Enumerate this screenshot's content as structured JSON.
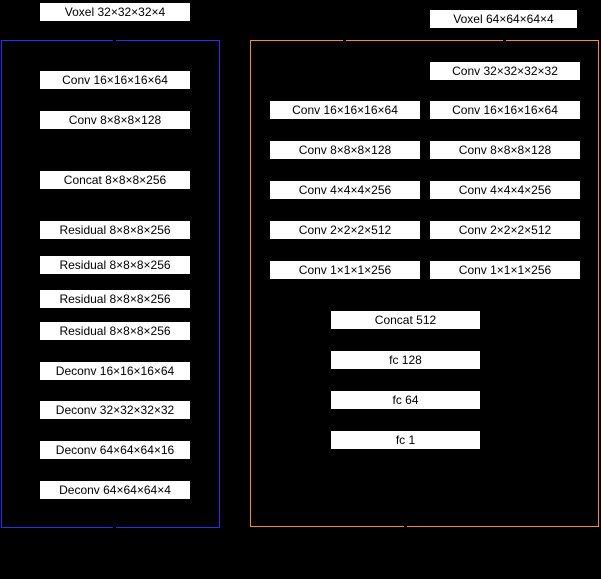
{
  "colors": {
    "background": "#000000",
    "generator_border": "#2d2df0",
    "discriminator_border": "#f0902e",
    "box_background": "#ffffff",
    "box_text": "#000000"
  },
  "inputs": {
    "generator_input": "Voxel 32×32×32×4",
    "discriminator_input": "Voxel 64×64×64×4"
  },
  "generator": {
    "layers": [
      "Conv 16×16×16×64",
      "Conv 8×8×8×128",
      "Concat 8×8×8×256",
      "Residual 8×8×8×256",
      "Residual 8×8×8×256",
      "Residual 8×8×8×256",
      "Residual 8×8×8×256",
      "Deconv 16×16×16×64",
      "Deconv 32×32×32×32",
      "Deconv 64×64×64×16",
      "Deconv 64×64×64×4"
    ]
  },
  "discriminator": {
    "left_branch": [
      "Conv 16×16×16×64",
      "Conv 8×8×8×128",
      "Conv 4×4×4×256",
      "Conv 2×2×2×512",
      "Conv 1×1×1×256"
    ],
    "right_branch": [
      "Conv 32×32×32×32",
      "Conv 16×16×16×64",
      "Conv 8×8×8×128",
      "Conv 4×4×4×256",
      "Conv 2×2×2×512",
      "Conv 1×1×1×256"
    ],
    "merge_layers": [
      "Concat 512",
      "fc 128",
      "fc 64",
      "fc 1"
    ]
  }
}
